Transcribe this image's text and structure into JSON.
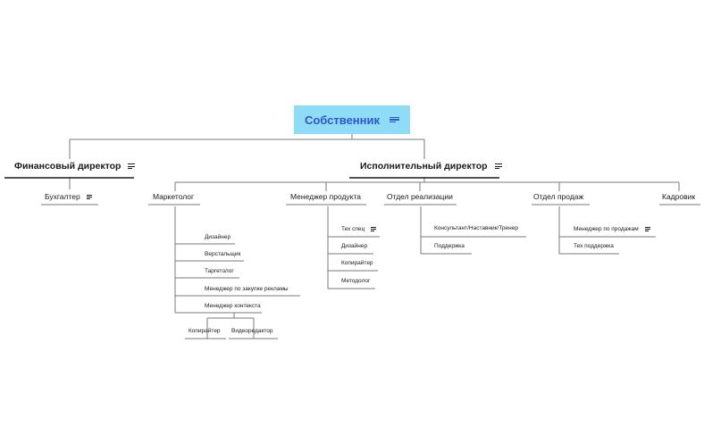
{
  "root": {
    "label": "Собственник",
    "has_notes": true
  },
  "finance_director": {
    "label": "Финансовый директор",
    "children": [
      {
        "label": "Бухгалтер",
        "has_notes": true
      }
    ]
  },
  "executive_director": {
    "label": "Исполнительный директор",
    "departments": [
      {
        "label": "Маркетолог",
        "children": [
          {
            "label": "Дизайнер"
          },
          {
            "label": "Верстальщик"
          },
          {
            "label": "Таргетолог"
          },
          {
            "label": "Менеджер по закупке рекламы"
          },
          {
            "label": "Менеджер контекста",
            "children": [
              {
                "label": "Копирайтер"
              },
              {
                "label": "Видеоредактор"
              }
            ]
          }
        ]
      },
      {
        "label": "Менеджер продукта",
        "children": [
          {
            "label": "Тех спец",
            "has_notes": true
          },
          {
            "label": "Дизайнер"
          },
          {
            "label": "Копирайтер"
          },
          {
            "label": "Методолог"
          }
        ]
      },
      {
        "label": "Отдел реализации",
        "children": [
          {
            "label": "Консультант/Наставник/Тренер"
          },
          {
            "label": "Поддержка"
          }
        ]
      },
      {
        "label": "Отдел продаж",
        "children": [
          {
            "label": "Менеджер по продажам",
            "has_notes": true
          },
          {
            "label": "Тех поддержка"
          }
        ]
      },
      {
        "label": "Кадровик"
      }
    ]
  },
  "colors": {
    "root_fill": "#8fdcf7",
    "root_text": "#2d56c8",
    "line": "#7a7a7a",
    "underline_strong": "#1a1a1a"
  }
}
